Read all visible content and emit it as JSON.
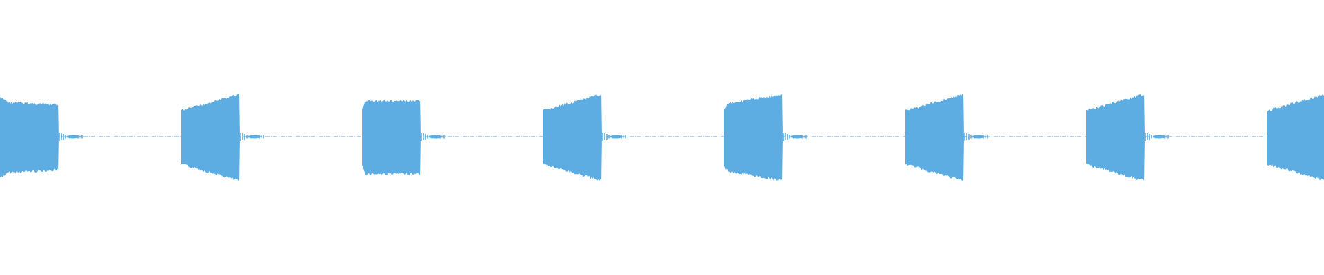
{
  "waveform": {
    "color": "#5dade2",
    "background": "#ffffff",
    "burst_count": 8,
    "bursts": [
      {
        "shape": "decay-flat"
      },
      {
        "shape": "rise"
      },
      {
        "shape": "flat"
      },
      {
        "shape": "rise"
      },
      {
        "shape": "dip-rise"
      },
      {
        "shape": "rise"
      },
      {
        "shape": "rise"
      },
      {
        "shape": "rise"
      }
    ]
  }
}
